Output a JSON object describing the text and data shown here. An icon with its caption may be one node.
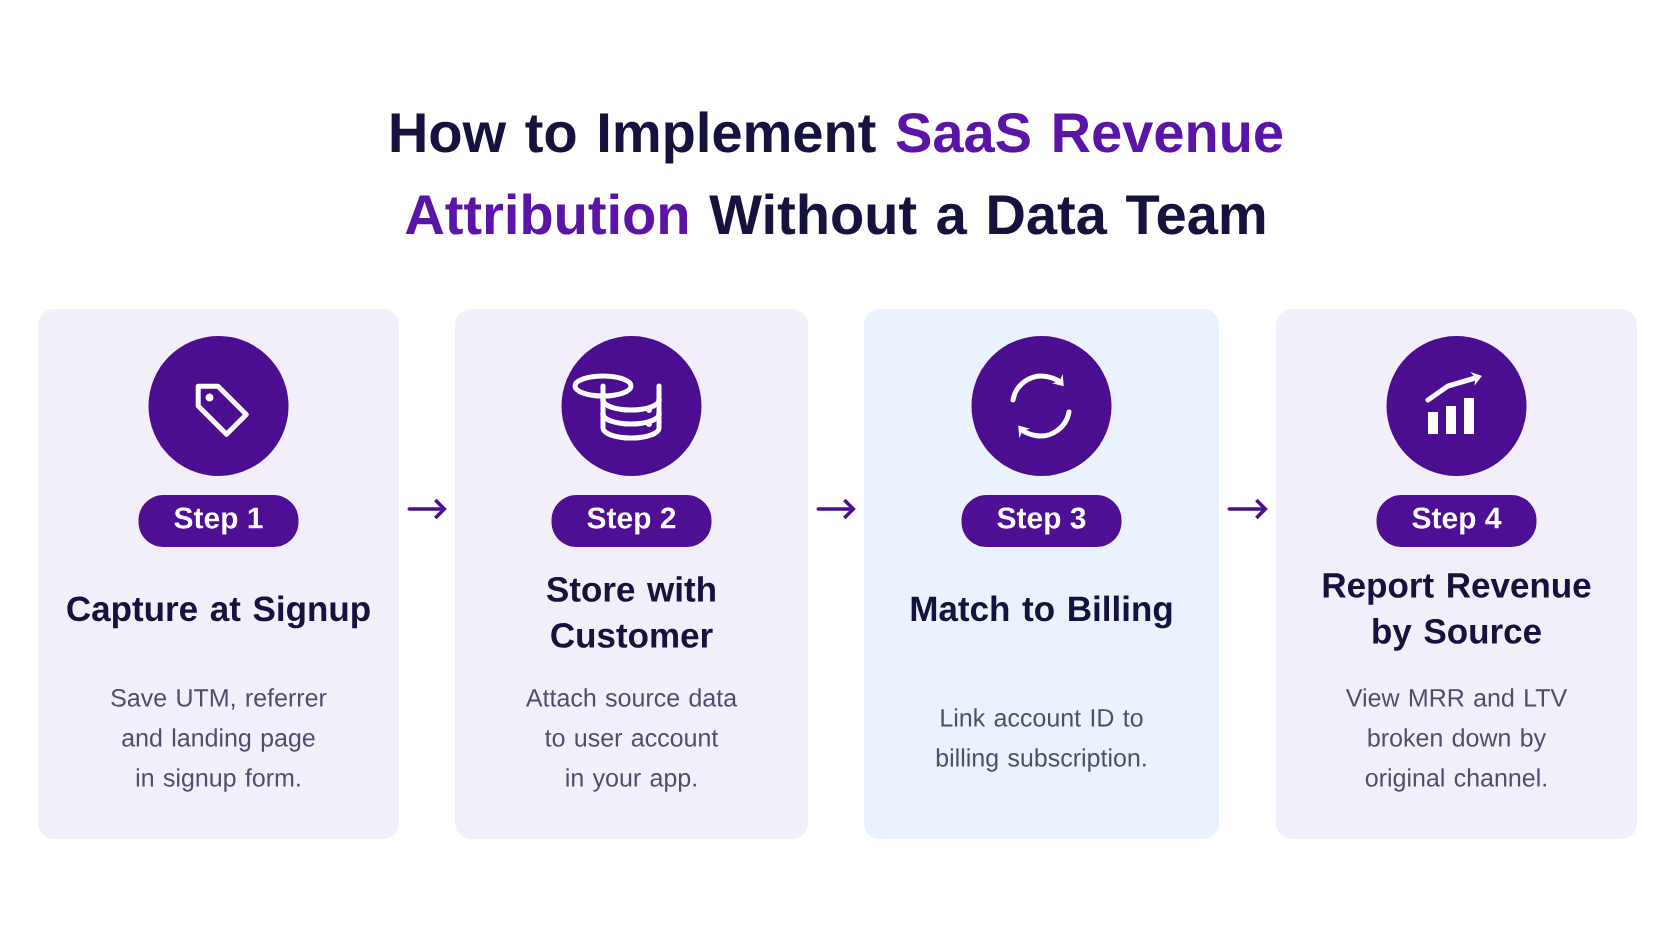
{
  "diagram": {
    "title": "How to Implement **SaaS Revenue Attribution** Without a Data Team",
    "nodes": [
      {
        "text": [
          "Capture at Signup",
          "Save UTM, referrer and landing page in signup form."
        ]
      },
      {
        "text": [
          "Step 1"
        ],
        "in": 0
      },
      {
        "text": [
          "Store with Customer",
          "Attach source data to user account in your app."
        ]
      },
      {
        "text": [
          "Step 2"
        ],
        "in": 2
      },
      {
        "text": [
          "Match to Billing",
          "Link account ID to billing subscription."
        ]
      },
      {
        "text": [
          "Step 3"
        ],
        "in": 4
      },
      {
        "text": [
          "Report Revenue by Source",
          "View MRR and LTV broken down by original channel."
        ]
      },
      {
        "text": [
          "Step 4"
        ],
        "in": 6
      }
    ],
    "edges": [
      {
        "from": 0,
        "to": 2,
        "arrow": "to"
      },
      {
        "from": 2,
        "to": 4,
        "arrow": "to"
      },
      {
        "from": 4,
        "to": 6,
        "arrow": "to"
      }
    ]
  }
}
